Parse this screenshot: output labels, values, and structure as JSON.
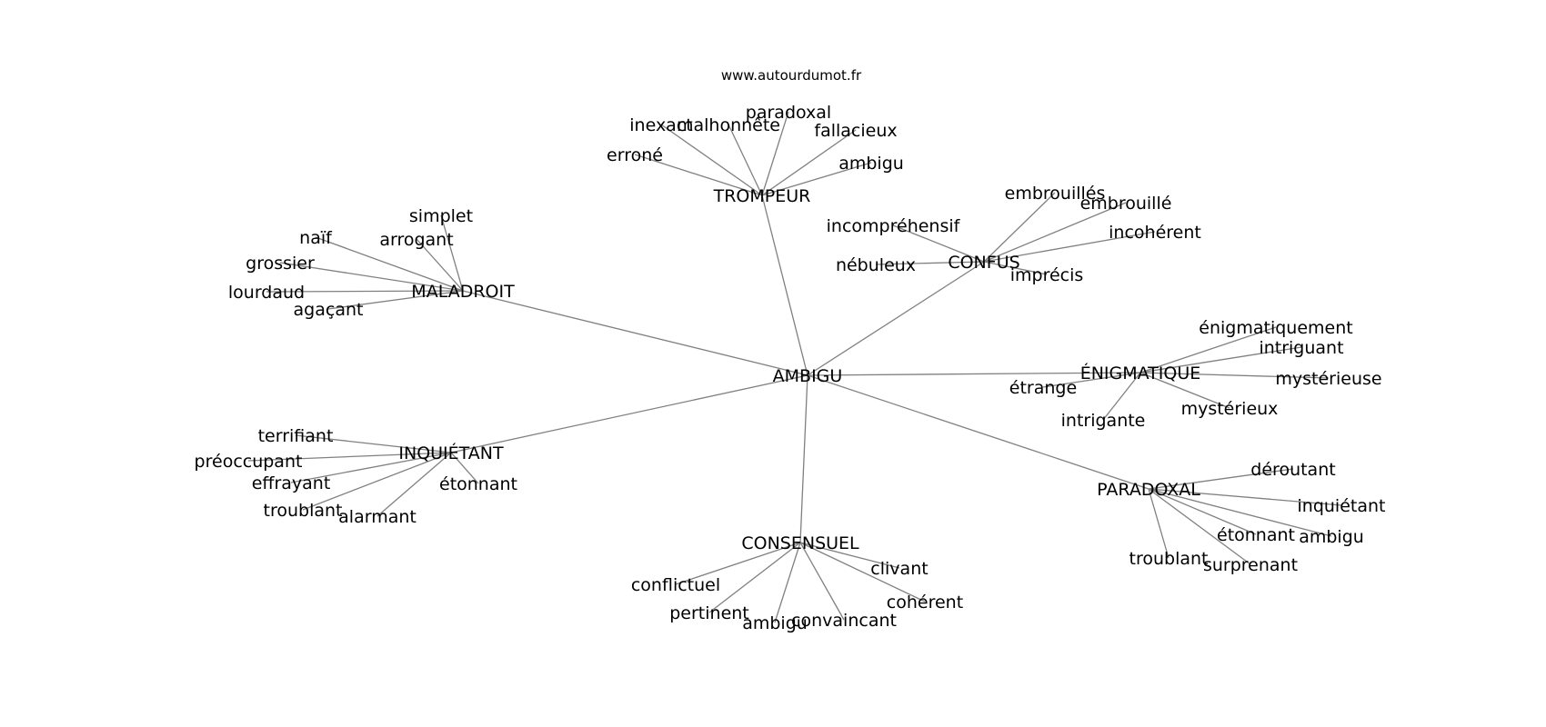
{
  "source": "www.autourdumot.fr",
  "center": "AMBIGU",
  "clusters": [
    {
      "label": "TROMPEUR",
      "leaves": [
        "erroné",
        "inexact",
        "malhonnête",
        "paradoxal",
        "fallacieux",
        "ambigu"
      ]
    },
    {
      "label": "CONFUS",
      "leaves": [
        "embrouillés",
        "embrouillé",
        "incompréhensif",
        "incohérent",
        "nébuleux",
        "imprécis"
      ]
    },
    {
      "label": "MALADROIT",
      "leaves": [
        "simplet",
        "naïf",
        "arrogant",
        "grossier",
        "lourdaud",
        "agaçant"
      ]
    },
    {
      "label": "ÉNIGMATIQUE",
      "leaves": [
        "énigmatiquement",
        "intriguant",
        "mystérieuse",
        "étrange",
        "mystérieux",
        "intrigante"
      ]
    },
    {
      "label": "INQUIÉTANT",
      "leaves": [
        "terrifiant",
        "préoccupant",
        "effrayant",
        "étonnant",
        "troublant",
        "alarmant"
      ]
    },
    {
      "label": "PARADOXAL",
      "leaves": [
        "déroutant",
        "inquiétant",
        "étonnant",
        "ambigu",
        "troublant",
        "surprenant"
      ]
    },
    {
      "label": "CONSENSUEL",
      "leaves": [
        "clivant",
        "conflictuel",
        "cohérent",
        "pertinent",
        "ambigu",
        "convaincant"
      ]
    }
  ]
}
